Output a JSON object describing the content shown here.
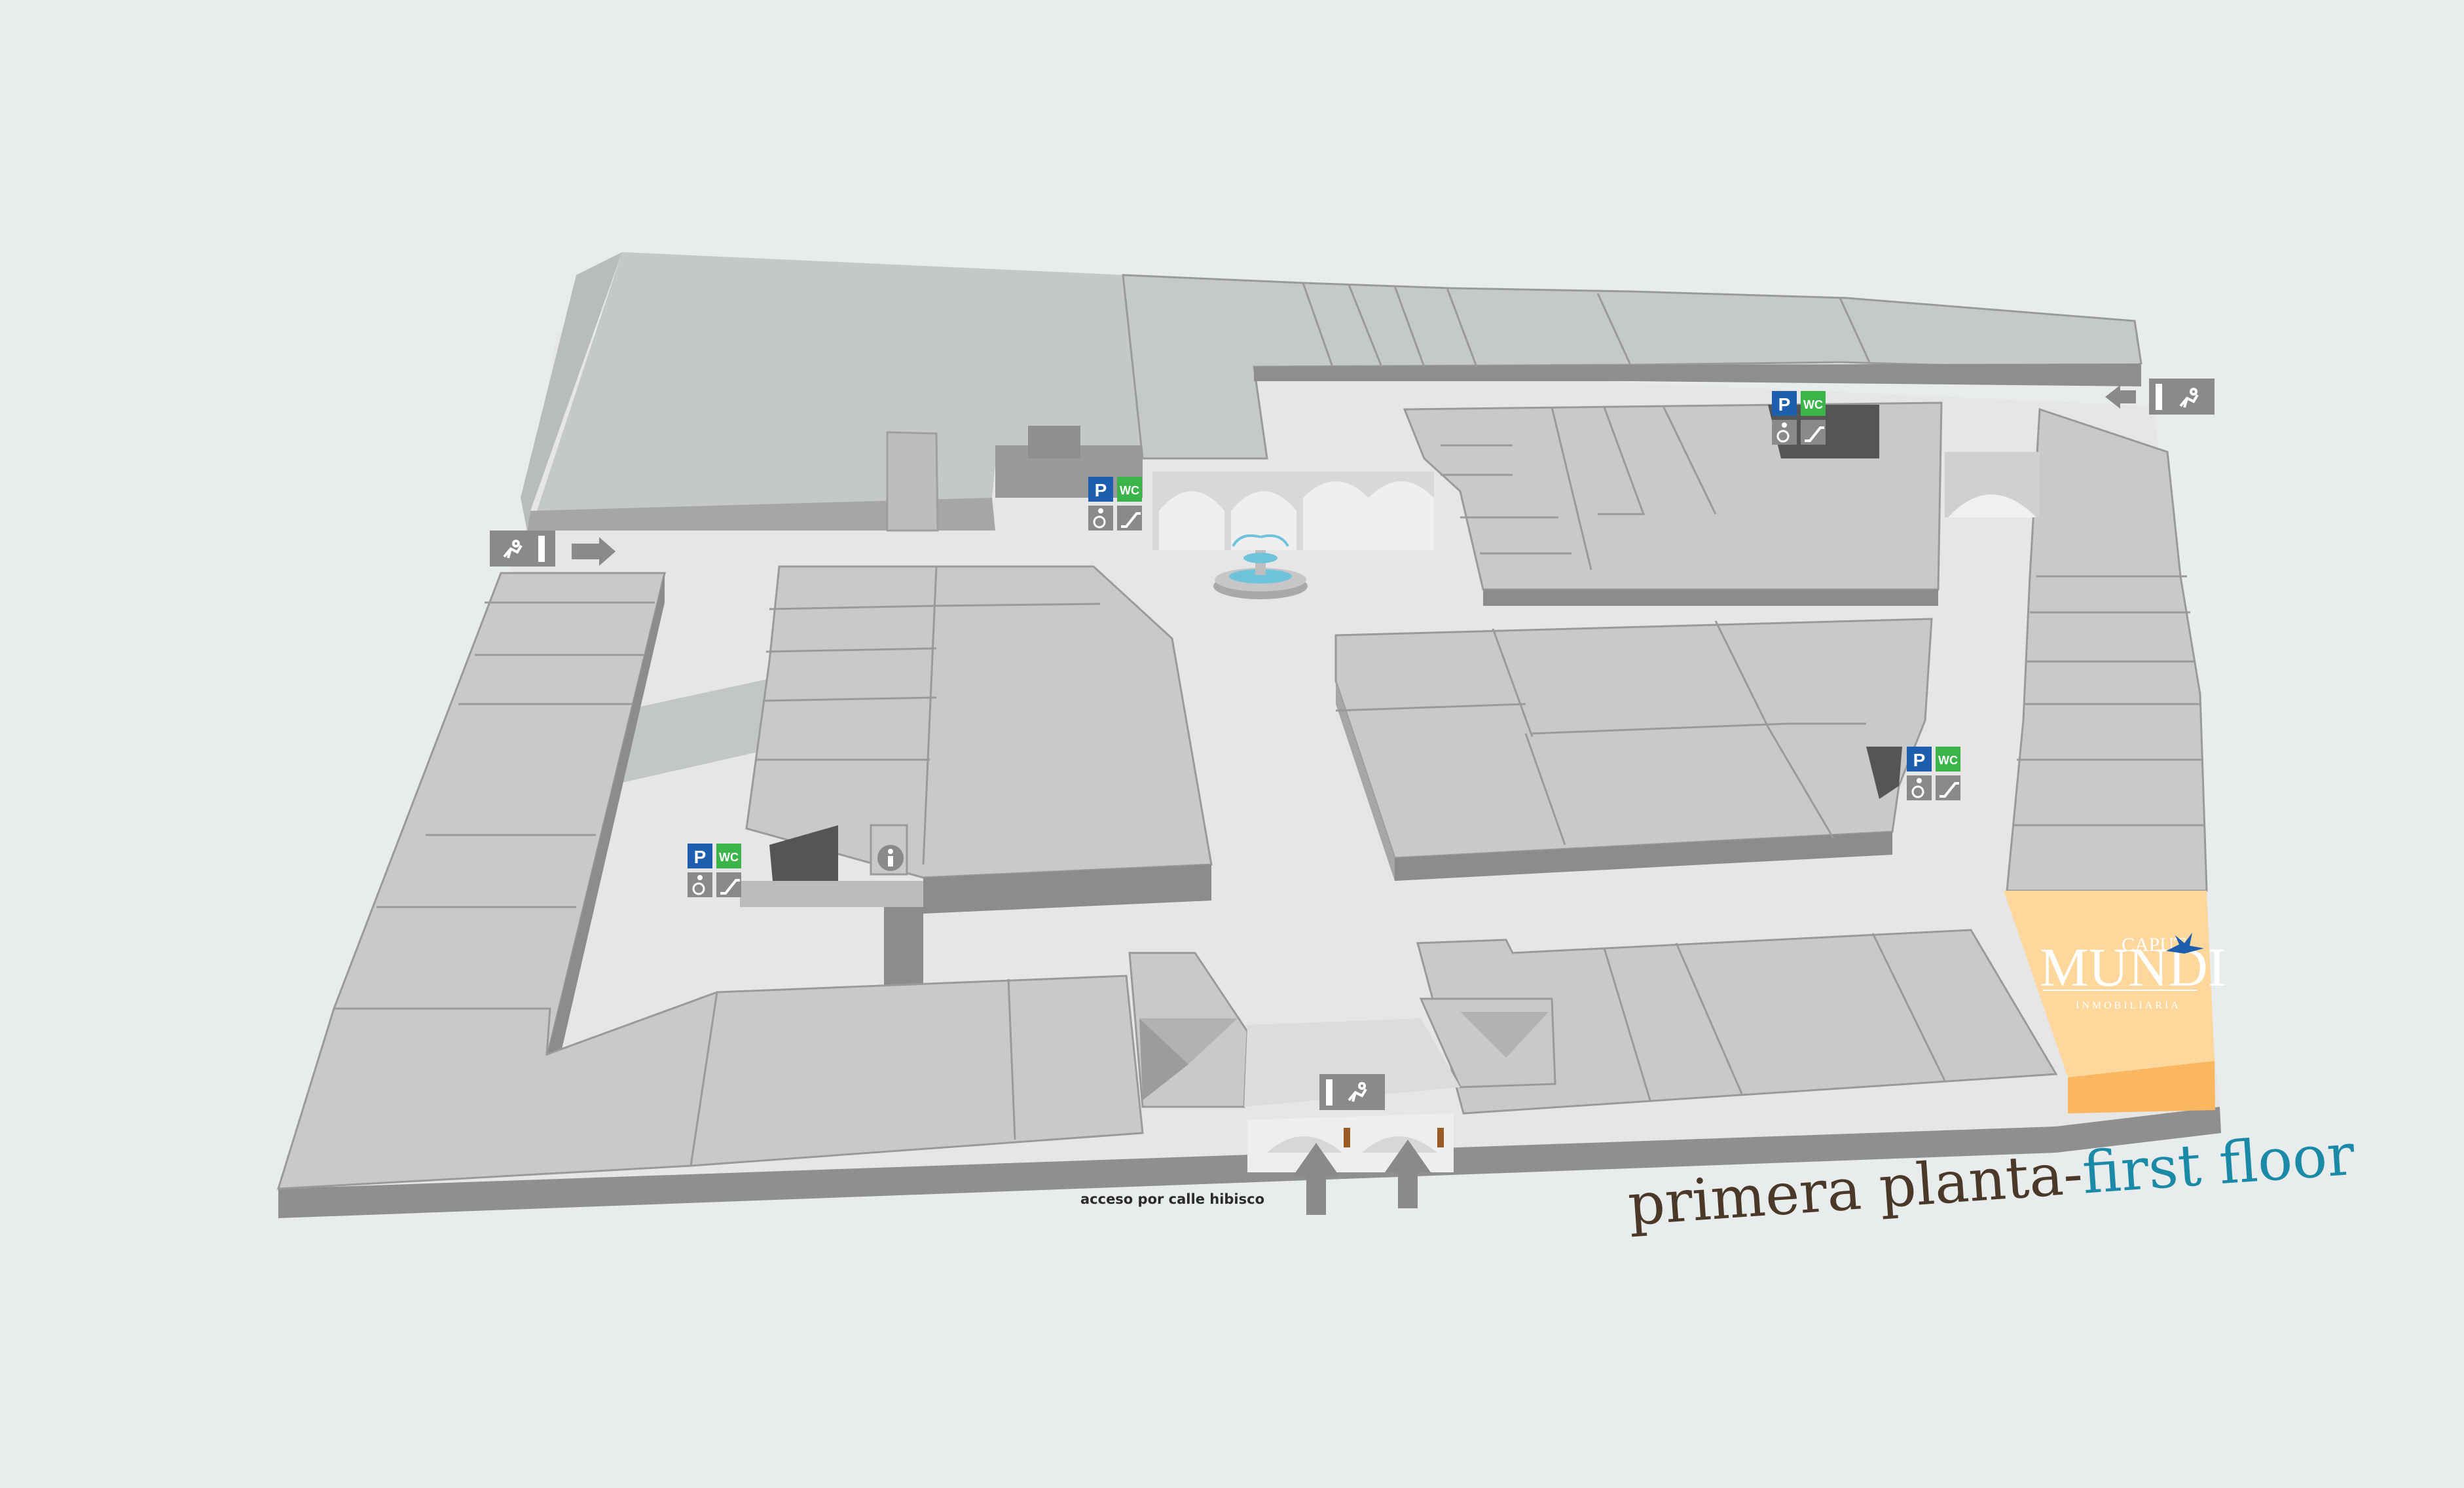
{
  "map": {
    "access_label": "acceso por calle hibisco",
    "title_es": "primera planta-",
    "title_en": "first floor",
    "logo": {
      "small_text": "CAPUT",
      "main_text": "MUNDI",
      "sub_text": "INMOBILIARIA",
      "icon": "eagle-icon"
    },
    "amenity_labels": {
      "parking": "P",
      "toilet": "WC"
    },
    "amenity_groups": [
      {
        "name": "west",
        "icons": [
          "parking-icon",
          "wc-icon",
          "wheelchair-icon",
          "escalator-icon"
        ]
      },
      {
        "name": "north",
        "icons": [
          "parking-icon",
          "wc-icon",
          "wheelchair-icon",
          "escalator-icon"
        ]
      },
      {
        "name": "northeast",
        "icons": [
          "parking-icon",
          "wc-icon",
          "wheelchair-icon",
          "escalator-icon"
        ]
      },
      {
        "name": "east",
        "icons": [
          "parking-icon",
          "wc-icon",
          "wheelchair-icon",
          "escalator-icon"
        ]
      }
    ],
    "other_icons": [
      "info-icon",
      "fountain-icon",
      "emergency-exit-icon",
      "arrow-icon"
    ],
    "colors": {
      "background": "#e8ecec",
      "corridor": "#e6e6e6",
      "store_top": "#c8caca",
      "store_side": "#8e8e8e",
      "highlight_top": "#fdd79c",
      "highlight_side": "#fbb660",
      "parking_blue": "#1d5fae",
      "wc_green": "#3bb54a",
      "title_brown": "#4a3828",
      "title_teal": "#1b8aa7"
    }
  }
}
